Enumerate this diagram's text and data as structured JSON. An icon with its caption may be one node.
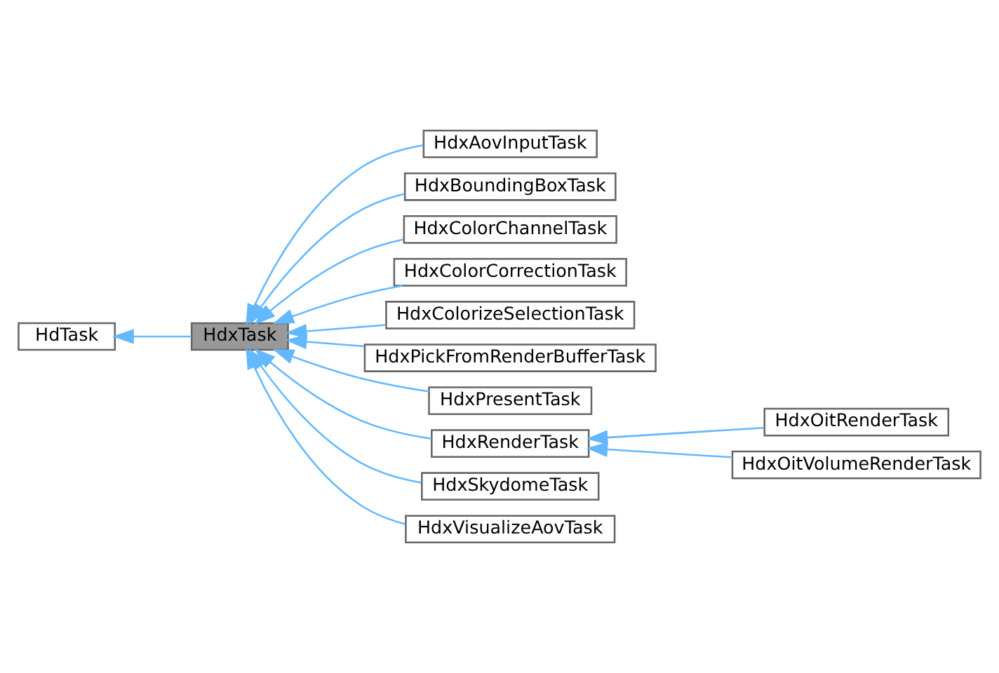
{
  "diagram": {
    "nodes": [
      {
        "text": [
          "HdTask"
        ]
      },
      {
        "text": [
          "HdxTask"
        ]
      },
      {
        "text": [
          "HdxAovInputTask"
        ]
      },
      {
        "text": [
          "HdxBoundingBoxTask"
        ]
      },
      {
        "text": [
          "HdxColorChannelTask"
        ]
      },
      {
        "text": [
          "HdxColorCorrectionTask"
        ]
      },
      {
        "text": [
          "HdxColorizeSelectionTask"
        ]
      },
      {
        "text": [
          "HdxPickFromRenderBufferTask"
        ]
      },
      {
        "text": [
          "HdxPresentTask"
        ]
      },
      {
        "text": [
          "HdxRenderTask"
        ]
      },
      {
        "text": [
          "HdxOitRenderTask"
        ]
      },
      {
        "text": [
          "HdxOitVolumeRenderTask"
        ]
      },
      {
        "text": [
          "HdxSkydomeTask"
        ]
      },
      {
        "text": [
          "HdxVisualizeAovTask"
        ]
      }
    ],
    "edges": [
      {
        "from": 1,
        "to": 0,
        "arrow": "to"
      },
      {
        "from": 2,
        "to": 1,
        "arrow": "to"
      },
      {
        "from": 3,
        "to": 1,
        "arrow": "to"
      },
      {
        "from": 4,
        "to": 1,
        "arrow": "to"
      },
      {
        "from": 5,
        "to": 1,
        "arrow": "to"
      },
      {
        "from": 6,
        "to": 1,
        "arrow": "to"
      },
      {
        "from": 7,
        "to": 1,
        "arrow": "to"
      },
      {
        "from": 8,
        "to": 1,
        "arrow": "to"
      },
      {
        "from": 9,
        "to": 1,
        "arrow": "to"
      },
      {
        "from": 10,
        "to": 9,
        "arrow": "to"
      },
      {
        "from": 11,
        "to": 9,
        "arrow": "to"
      },
      {
        "from": 12,
        "to": 1,
        "arrow": "to"
      },
      {
        "from": 13,
        "to": 1,
        "arrow": "to"
      }
    ]
  }
}
